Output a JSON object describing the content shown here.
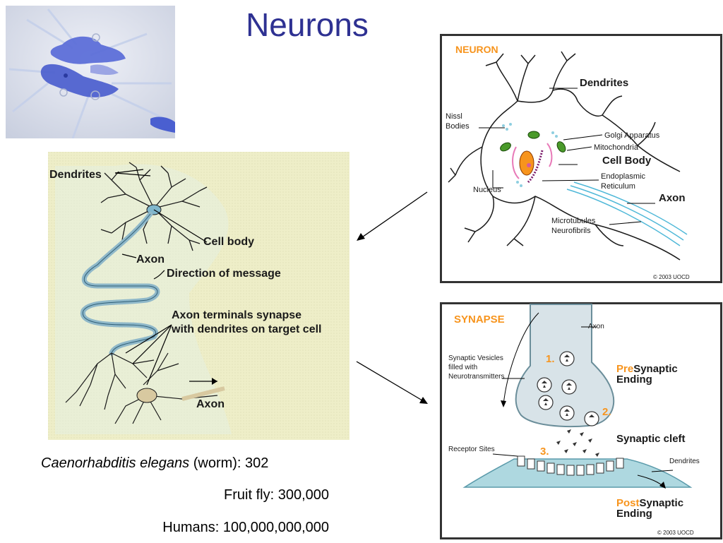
{
  "slide": {
    "title": "Neurons"
  },
  "diagram": {
    "dendrites": "Dendrites",
    "cell_body": "Cell body",
    "axon_upper": "Axon",
    "direction": "Direction of message",
    "terminals_line1": "Axon terminals synapse",
    "terminals_line2": "with dendrites on target cell",
    "axon_lower": "Axon"
  },
  "neuron": {
    "heading": "NEURON",
    "dendrites": "Dendrites",
    "nissl_line1": "Nissl",
    "nissl_line2": "Bodies",
    "golgi": "Golgi Apparatus",
    "mito": "Mitochondria",
    "cell_body": "Cell Body",
    "er_line1": "Endoplasmic",
    "er_line2": "Reticulum",
    "nucleus": "Nucleus",
    "axon": "Axon",
    "micro_line1": "Microtubules",
    "micro_line2": "Neurofibrils",
    "copyright": "© 2003 UOCD"
  },
  "synapse": {
    "heading": "SYNAPSE",
    "axon": "Axon",
    "vesicles_line1": "Synaptic Vesicles",
    "vesicles_line2": "filled with",
    "vesicles_line3": "Neurotransmitters",
    "step1": "1.",
    "step2": "2.",
    "step3": "3.",
    "pre_prefix": "Pre",
    "pre_rest": "Synaptic",
    "pre_ending": "Ending",
    "cleft": "Synaptic cleft",
    "receptor": "Receptor Sites",
    "dendrites": "Dendrites",
    "post_prefix": "Post",
    "post_rest": "Synaptic",
    "post_ending": "Ending",
    "copyright": "© 2003 UOCD"
  },
  "stats": {
    "worm_species": "Caenorhabditis elegans",
    "worm_rest": " (worm): 302",
    "fly": "Fruit fly: 300,000",
    "humans": "Humans: 100,000,000,000"
  },
  "colors": {
    "title": "#2e3192",
    "accent_orange": "#f7941d",
    "stain_blue": "#4a5fd0",
    "diagram_bg": "#eeeec8"
  }
}
